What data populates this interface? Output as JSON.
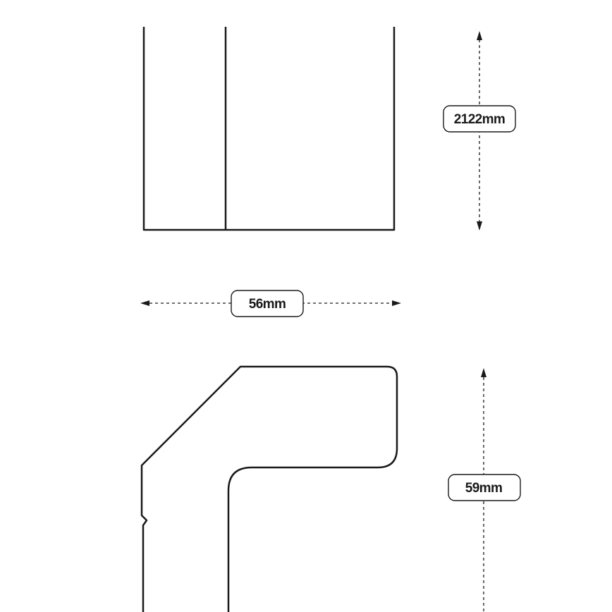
{
  "dimensions": {
    "length": {
      "value": 2122,
      "unit": "mm",
      "label": "2122mm"
    },
    "width": {
      "value": 56,
      "unit": "mm",
      "label": "56mm"
    },
    "height": {
      "value": 59,
      "unit": "mm",
      "label": "59mm"
    }
  },
  "colors": {
    "stroke": "#1a1a1a",
    "background": "#ffffff"
  }
}
